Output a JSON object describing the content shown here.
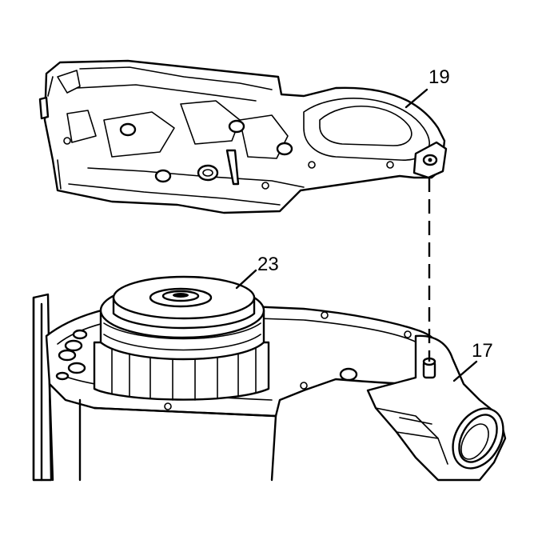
{
  "callouts": {
    "cover": "19",
    "rotor": "23",
    "housing": "17"
  }
}
